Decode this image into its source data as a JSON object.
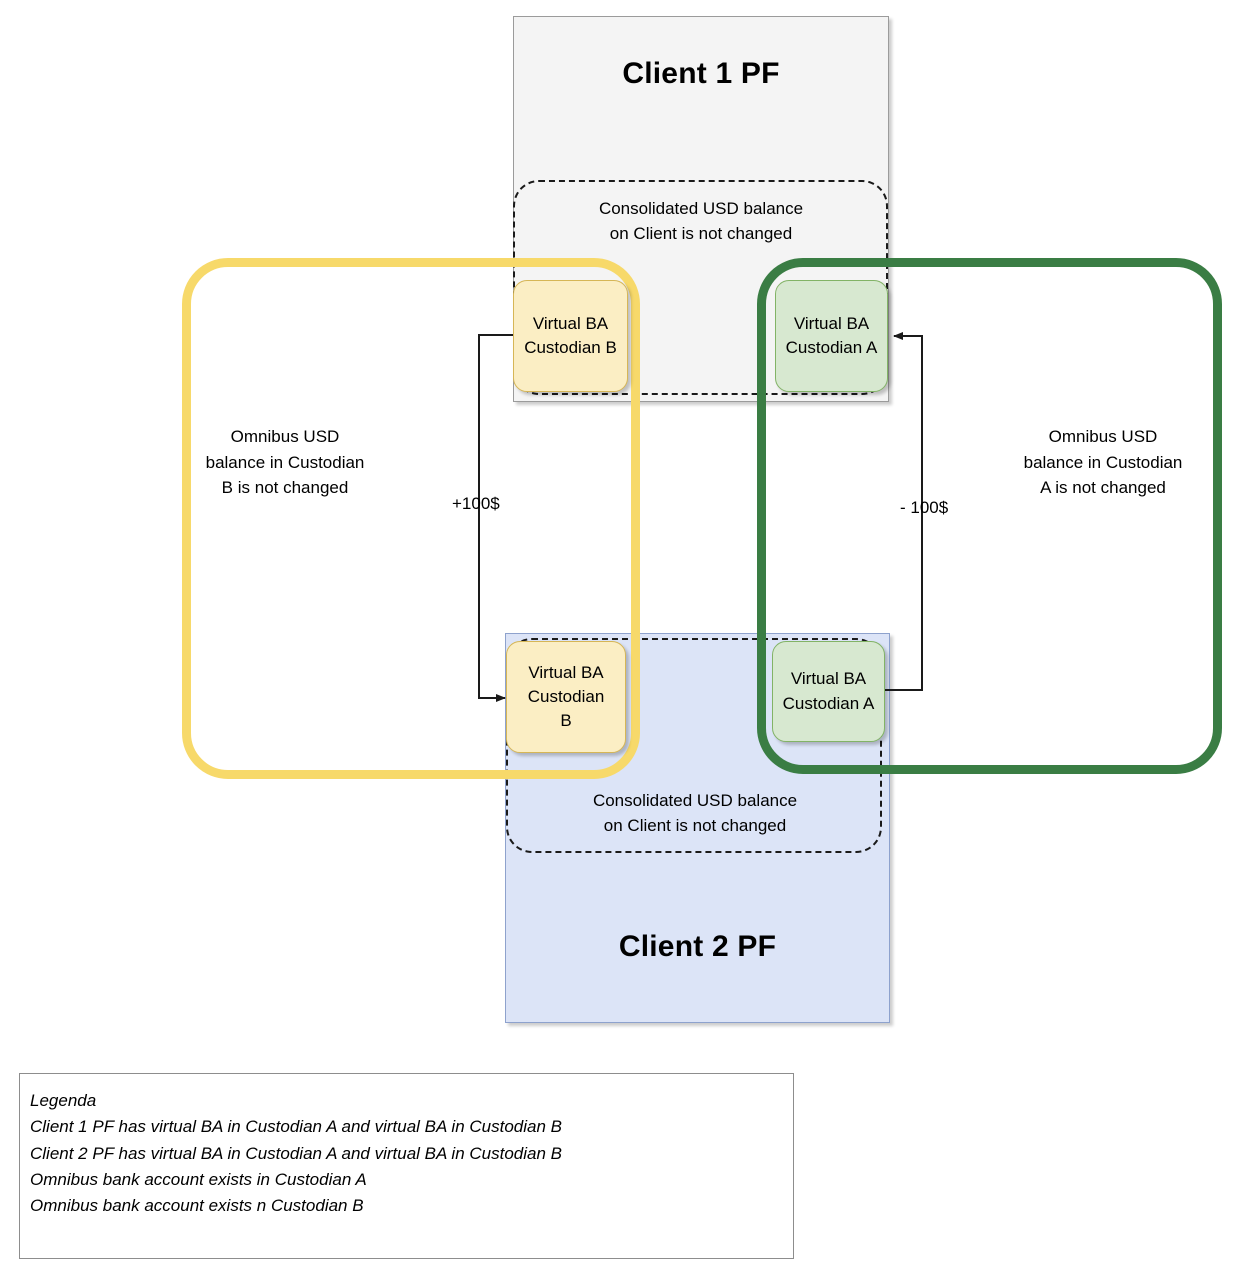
{
  "diagram": {
    "client1": {
      "title": "Client 1 PF",
      "consolidated_note": "Consolidated USD balance\non Client is not changed",
      "consolidated_note_line1": "Consolidated USD balance",
      "consolidated_note_line2": "on Client is not changed",
      "virtual_ba_b_line1": "Virtual BA",
      "virtual_ba_b_line2": "Custodian B",
      "virtual_ba_a_line1": "Virtual BA",
      "virtual_ba_a_line2": "Custodian A"
    },
    "client2": {
      "title": "Client 2 PF",
      "consolidated_note_line1": "Consolidated USD balance",
      "consolidated_note_line2": "on Client is not changed",
      "virtual_ba_b_line1": "Virtual BA",
      "virtual_ba_b_line2": "Custodian",
      "virtual_ba_b_line3": "B",
      "virtual_ba_a_line1": "Virtual BA",
      "virtual_ba_a_line2": "Custodian A"
    },
    "omnibus_b": {
      "caption_line1": "Omnibus USD",
      "caption_line2": "balance in Custodian",
      "caption_line3": "B is not changed",
      "color": "#f7d96a"
    },
    "omnibus_a": {
      "caption_line1": "Omnibus USD",
      "caption_line2": "balance in Custodian",
      "caption_line3": "A is not changed",
      "color": "#3a7d44"
    },
    "flows": {
      "credit_label": "+100$",
      "debit_label": "- 100$"
    },
    "legend": {
      "title": "Legenda",
      "lines": [
        "Client 1 PF has virtual BA in Custodian A and virtual BA in Custodian B",
        "Client 2 PF has virtual BA in Custodian A and virtual BA in Custodian B",
        "Omnibus  bank account exists in Custodian A",
        "Omnibus bank account exists n Custodian B"
      ]
    },
    "colors": {
      "client1_fill": "#f4f4f4",
      "client2_fill": "#dce4f7",
      "virtual_ba_yellow_fill": "#fbeec4",
      "virtual_ba_yellow_stroke": "#d6b656",
      "virtual_ba_green_fill": "#d7e8d0",
      "virtual_ba_green_stroke": "#82b366",
      "arrow_stroke": "#1a1a1a"
    }
  }
}
